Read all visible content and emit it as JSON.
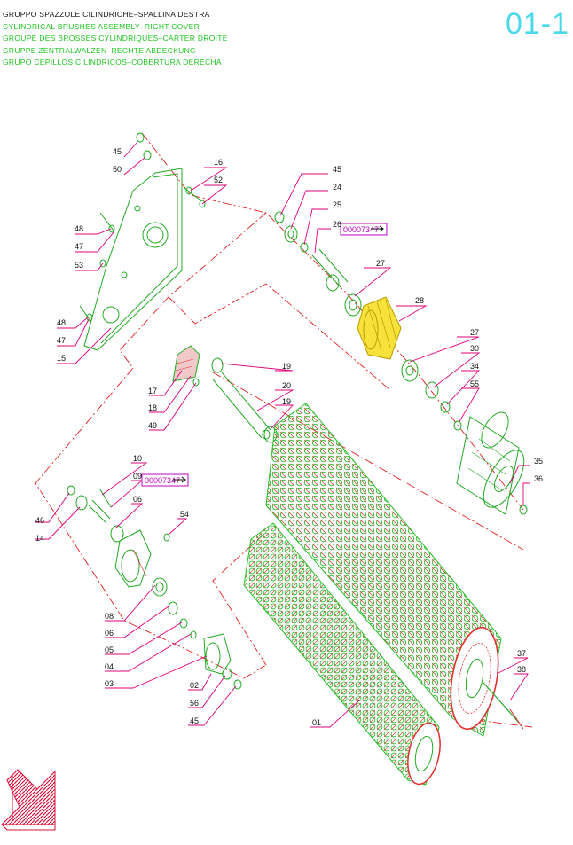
{
  "header": {
    "title_it": "GRUPPO SPAZZOLE CILINDRICHE–SPALLINA DESTRA",
    "title_en": "CYLINDRICAL BRUSHES ASSEMBLY–RIGHT COVER",
    "title_fr": "GROUPE DES BROSSES CYLINDRIQUES–CARTER DROITE",
    "title_de": "GRUPPE ZENTRALWALZEN–RECHTE ABDECKUNG",
    "title_es": "GRUPO CEPILLOS CILINDRICOS–COBERTURA DERECHA",
    "page_code": "01-1"
  },
  "colors": {
    "leader": "#e0007a",
    "part_line": "#22aa22",
    "centerline": "#e02020",
    "highlight": "#f6e23a",
    "ref_box": "#c000c0",
    "page_code": "#49d9e8"
  },
  "references": {
    "ref_upper": "00007347",
    "ref_lower": "00007347"
  },
  "callouts": {
    "c45a": "45",
    "c50": "50",
    "c16": "16",
    "c52": "52",
    "c48a": "48",
    "c47a": "47",
    "c53": "53",
    "c48b": "48",
    "c47b": "47",
    "c15": "15",
    "c45b": "45",
    "c24": "24",
    "c25": "25",
    "c26": "26",
    "c27a": "27",
    "c28": "28",
    "c27b": "27",
    "c30": "30",
    "c34": "34",
    "c55": "55",
    "c19a": "19",
    "c20": "20",
    "c19b": "19",
    "c17": "17",
    "c18": "18",
    "c49": "49",
    "c35": "35",
    "c36": "36",
    "c10": "10",
    "c09": "09",
    "c06a": "06",
    "c54": "54",
    "c46": "46",
    "c14": "14",
    "c08": "08",
    "c06b": "06",
    "c05": "05",
    "c04": "04",
    "c03": "03",
    "c02": "02",
    "c56": "56",
    "c45c": "45",
    "c37": "37",
    "c38": "38",
    "c01": "01"
  },
  "navigation": {
    "back_arrow": "back-arrow-icon"
  }
}
